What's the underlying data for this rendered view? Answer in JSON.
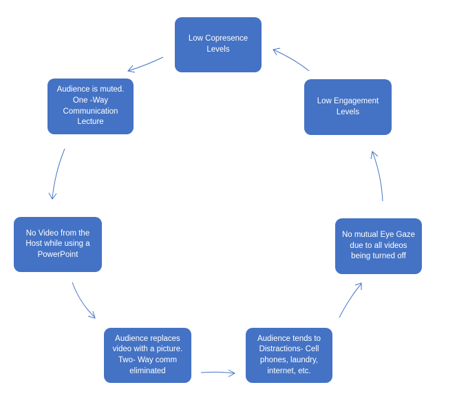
{
  "nodes": {
    "copresence": "Low Copresence\nLevels",
    "engagement": "Low Engagement\nLevels",
    "muted": "Audience is muted.\nOne -Way\nCommunication\nLecture",
    "novideo": "No Video from the\nHost while using a\nPowerPoint",
    "eyegaze": "No mutual Eye Gaze\ndue to all videos\nbeing turned off",
    "replaces": "Audience replaces\nvideo with a picture.\nTwo- Way comm\neliminated",
    "distractions": "Audience tends to\nDistractions- Cell\nphones, laundry,\ninternet, etc."
  },
  "colors": {
    "node_fill": "#4472c4",
    "node_text": "#ffffff",
    "arrow": "#4472c4"
  }
}
